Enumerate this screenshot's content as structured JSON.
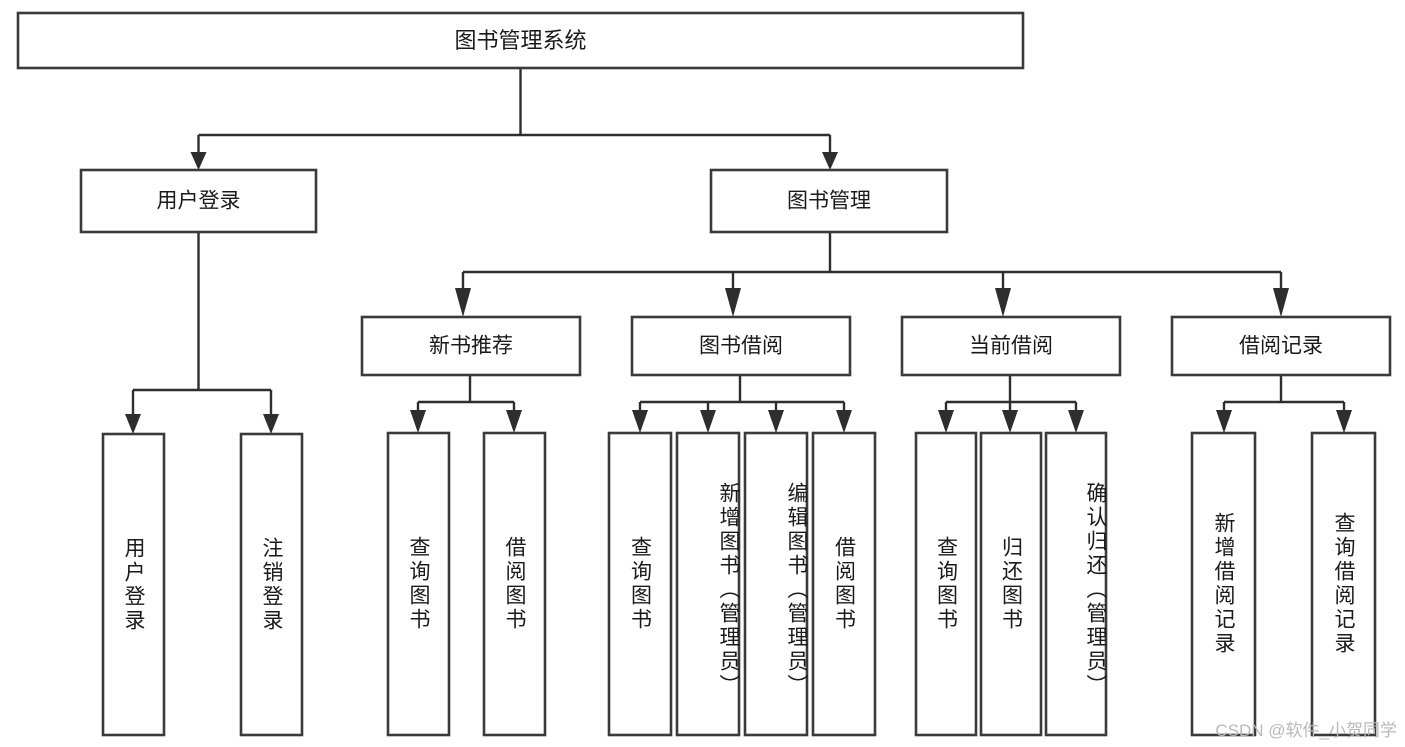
{
  "diagram": {
    "type": "tree",
    "title": "图书管理系统",
    "watermark": "CSDN @软件_小贺同学",
    "colors": {
      "box_stroke": "#3a3a3a",
      "connector": "#2e2e2e",
      "background": "#ffffff",
      "text": "#1a1a1a",
      "watermark": "#b9b9b9"
    },
    "root": {
      "label": "图书管理系统"
    },
    "level2": [
      {
        "label": "用户登录"
      },
      {
        "label": "图书管理"
      }
    ],
    "level3": [
      {
        "label": "新书推荐"
      },
      {
        "label": "图书借阅"
      },
      {
        "label": "当前借阅"
      },
      {
        "label": "借阅记录"
      }
    ],
    "leaves": {
      "user_login": [
        {
          "label": "用户登录"
        },
        {
          "label": "注销登录"
        }
      ],
      "new_book_recommend": [
        {
          "label": "查询图书"
        },
        {
          "label": "借阅图书"
        }
      ],
      "book_borrow": [
        {
          "label": "查询图书"
        },
        {
          "label": "新增图书（管理员）"
        },
        {
          "label": "编辑图书（管理员）"
        },
        {
          "label": "借阅图书"
        }
      ],
      "current_borrow": [
        {
          "label": "查询图书"
        },
        {
          "label": "归还图书"
        },
        {
          "label": "确认归还（管理员）"
        }
      ],
      "borrow_record": [
        {
          "label": "新增借阅记录"
        },
        {
          "label": "查询借阅记录"
        }
      ]
    }
  }
}
